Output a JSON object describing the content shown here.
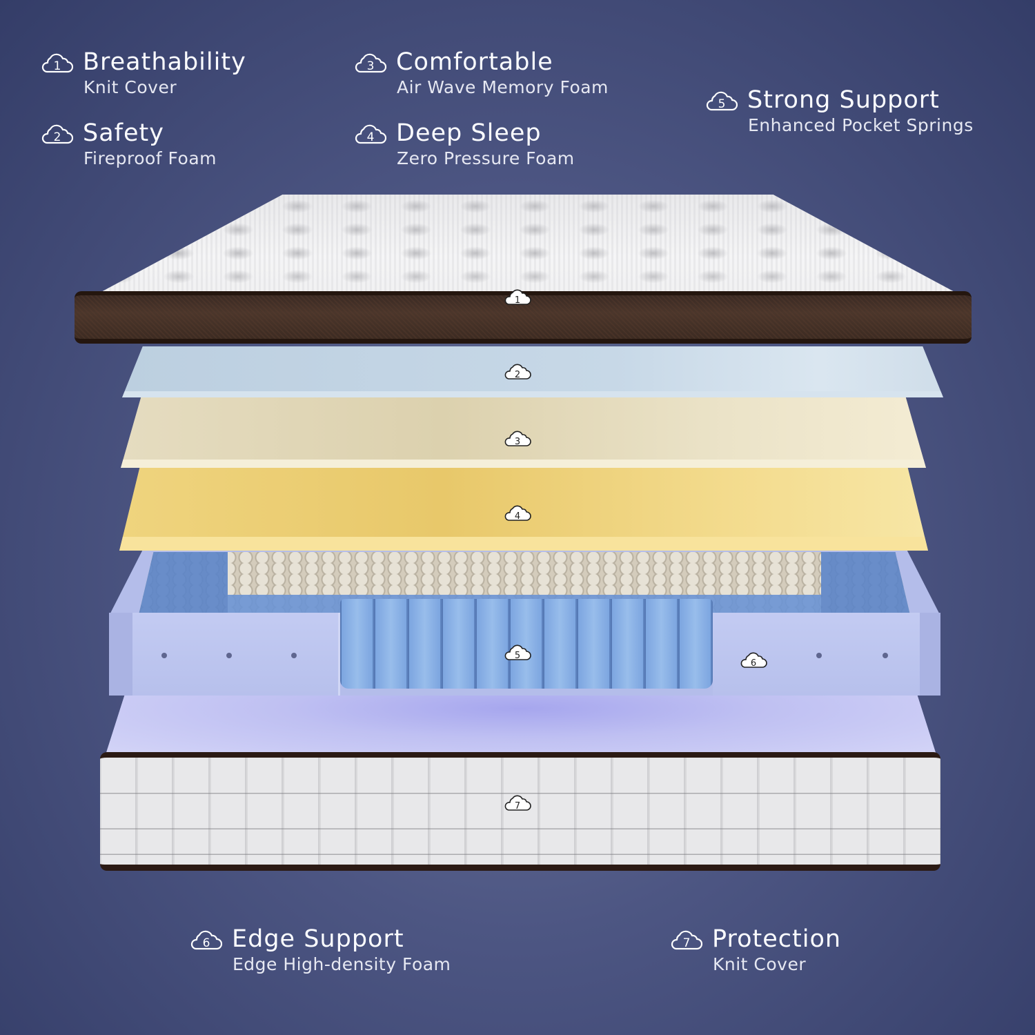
{
  "features": [
    {
      "number": "1",
      "title": "Breathability",
      "subtitle": "Knit Cover"
    },
    {
      "number": "2",
      "title": "Safety",
      "subtitle": "Fireproof Foam"
    },
    {
      "number": "3",
      "title": "Comfortable",
      "subtitle": "Air Wave Memory Foam"
    },
    {
      "number": "4",
      "title": "Deep Sleep",
      "subtitle": "Zero Pressure Foam"
    },
    {
      "number": "5",
      "title": "Strong Support",
      "subtitle": "Enhanced Pocket Springs"
    },
    {
      "number": "6",
      "title": "Edge Support",
      "subtitle": "Edge High-density Foam"
    },
    {
      "number": "7",
      "title": "Protection",
      "subtitle": "Knit Cover"
    }
  ],
  "layer_badges": [
    "1",
    "2",
    "3",
    "4",
    "5",
    "6",
    "7"
  ],
  "icon": "cloud-number-icon",
  "colors": {
    "background": "#4d5683",
    "text": "#ffffff",
    "knit_cover": "#eeeeef",
    "border_brown": "#3a2a24",
    "fireproof_foam": "#c7d8e7",
    "memory_foam": "#e5dcc0",
    "zero_pressure_foam": "#efd47e",
    "springs": "#7aa3df",
    "edge_foam": "#b7c0ec"
  }
}
